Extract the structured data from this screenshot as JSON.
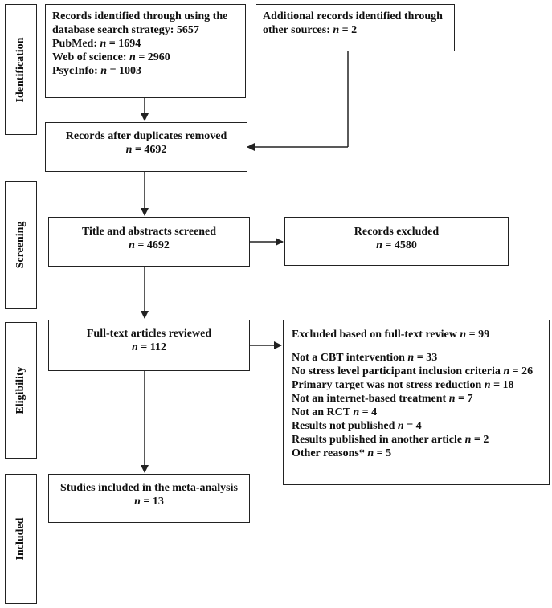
{
  "stages": {
    "identification": "Identification",
    "screening": "Screening",
    "eligibility": "Eligibility",
    "included": "Included"
  },
  "identified": {
    "line1": "Records identified through using the",
    "line2": "database search strategy: 5657",
    "pubmed_label": "PubMed: ",
    "pubmed_value": " = 1694",
    "wos_label": "Web of science: ",
    "wos_value": " = 2960",
    "psyc_label": "PsycInfo: ",
    "psyc_value": " = 1003"
  },
  "additional": {
    "line1": "Additional records identified through",
    "line2_prefix": "other sources: ",
    "line2_value": " = 2"
  },
  "duplicates": {
    "line1": "Records after duplicates removed",
    "value": " = 4692"
  },
  "screened": {
    "line1": "Title and abstracts screened",
    "value": " = 4692"
  },
  "excluded_records": {
    "line1": "Records excluded",
    "value": " = 4580"
  },
  "fulltext": {
    "line1": "Full-text articles reviewed",
    "value": " = 112"
  },
  "excluded_fulltext": {
    "header_prefix": "Excluded based on full-text review ",
    "header_value": " = 99",
    "reasons": [
      {
        "label": "Not a CBT intervention ",
        "value": " = 33"
      },
      {
        "label": "No stress level participant inclusion criteria ",
        "value": " = 26"
      },
      {
        "label": "Primary target was not stress reduction ",
        "value": " = 18"
      },
      {
        "label": "Not an internet-based treatment ",
        "value": " = 7"
      },
      {
        "label": "Not an RCT ",
        "value": " = 4"
      },
      {
        "label": "Results not published ",
        "value": " = 4"
      },
      {
        "label": "Results published in another article ",
        "value": " = 2"
      },
      {
        "label": "Other reasons* ",
        "value": " = 5"
      }
    ]
  },
  "included_studies": {
    "line1": "Studies included in the meta-analysis",
    "value": " = 13"
  },
  "n_symbol": "n"
}
